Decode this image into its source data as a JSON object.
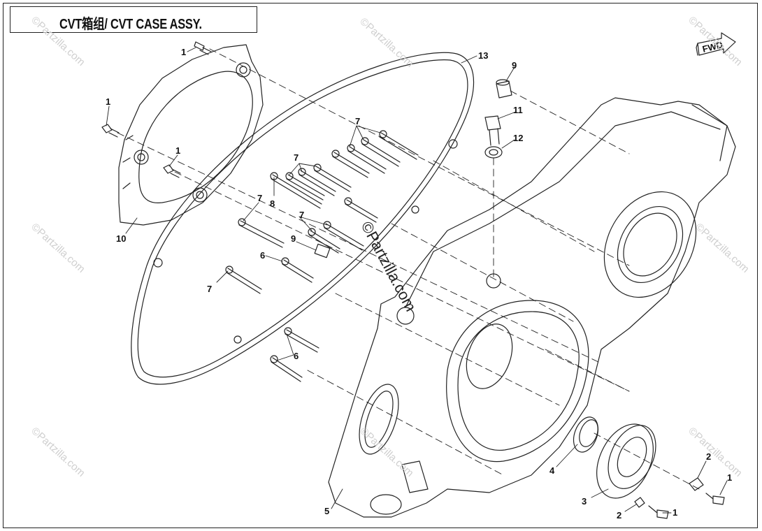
{
  "title": "CVT箱组/ CVT CASE ASSY.",
  "fwd_label": "FWD",
  "watermark_text": "©Partzilla.com",
  "center_watermark_text": "©Partzilla.com",
  "callouts": [
    {
      "id": "c1a",
      "text": "1"
    },
    {
      "id": "c1b",
      "text": "1"
    },
    {
      "id": "c1c",
      "text": "1"
    },
    {
      "id": "c1d",
      "text": "1"
    },
    {
      "id": "c1e",
      "text": "1"
    },
    {
      "id": "c2a",
      "text": "2"
    },
    {
      "id": "c2b",
      "text": "2"
    },
    {
      "id": "c3",
      "text": "3"
    },
    {
      "id": "c4",
      "text": "4"
    },
    {
      "id": "c5",
      "text": "5"
    },
    {
      "id": "c6a",
      "text": "6"
    },
    {
      "id": "c6b",
      "text": "6"
    },
    {
      "id": "c7a",
      "text": "7"
    },
    {
      "id": "c7b",
      "text": "7"
    },
    {
      "id": "c7c",
      "text": "7"
    },
    {
      "id": "c7d",
      "text": "7"
    },
    {
      "id": "c7e",
      "text": "7"
    },
    {
      "id": "c8",
      "text": "8"
    },
    {
      "id": "c9a",
      "text": "9"
    },
    {
      "id": "c9b",
      "text": "9"
    },
    {
      "id": "c10",
      "text": "10"
    },
    {
      "id": "c11",
      "text": "11"
    },
    {
      "id": "c12",
      "text": "12"
    },
    {
      "id": "c13",
      "text": "13"
    }
  ],
  "colors": {
    "line": "#222222",
    "watermark": "#cfcfcf",
    "background": "#ffffff"
  }
}
